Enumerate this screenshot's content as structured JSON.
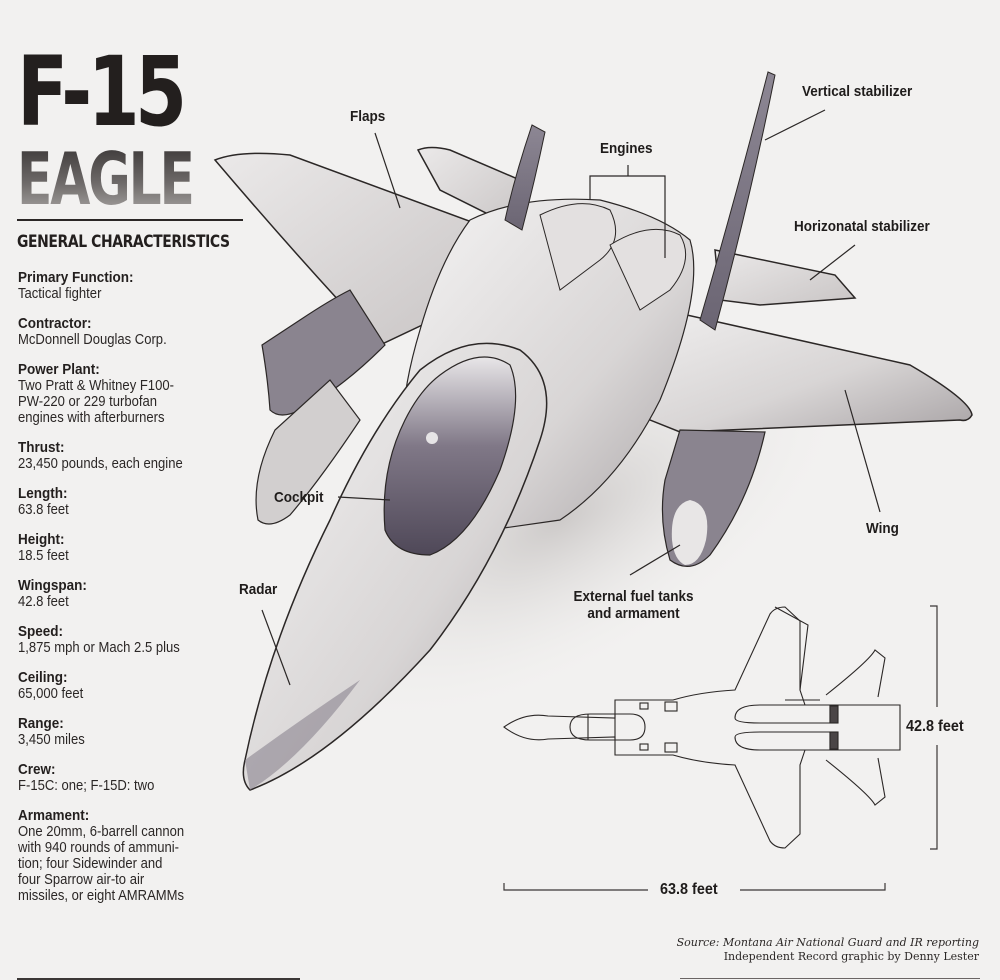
{
  "header": {
    "title_line1": "F-15",
    "title_line2": "EAGLE",
    "section_heading": "GENERAL CHARACTERISTICS"
  },
  "specs": [
    {
      "label": "Primary Function:",
      "value": "Tactical fighter"
    },
    {
      "label": "Contractor:",
      "value": "McDonnell Douglas Corp."
    },
    {
      "label": "Power Plant:",
      "value": "Two Pratt & Whitney F100-\nPW-220 or 229 turbofan\nengines with afterburners"
    },
    {
      "label": "Thrust:",
      "value": "23,450 pounds, each engine"
    },
    {
      "label": "Length:",
      "value": "63.8 feet"
    },
    {
      "label": "Height:",
      "value": "18.5 feet"
    },
    {
      "label": "Wingspan:",
      "value": "42.8 feet"
    },
    {
      "label": "Speed:",
      "value": "1,875 mph or Mach 2.5 plus"
    },
    {
      "label": "Ceiling:",
      "value": "65,000 feet"
    },
    {
      "label": "Range:",
      "value": "3,450 miles"
    },
    {
      "label": "Crew:",
      "value": "F-15C: one; F-15D: two"
    },
    {
      "label": "Armament:",
      "value": "One 20mm, 6-barrell cannon\nwith 940 rounds of ammuni-\ntion; four Sidewinder and\nfour Sparrow air-to air\nmissiles, or eight AMRAMMs"
    }
  ],
  "callouts": {
    "flaps": "Flaps",
    "engines": "Engines",
    "vertical_stabilizer": "Vertical stabilizer",
    "horizontal_stabilizer": "Horizonatal stabilizer",
    "cockpit": "Cockpit",
    "wing": "Wing",
    "radar": "Radar",
    "external_fuel_line1": "External fuel tanks",
    "external_fuel_line2": "and armament"
  },
  "dimensions": {
    "wingspan": "42.8 feet",
    "length": "63.8 feet"
  },
  "footer": {
    "source": "Source: Montana Air National Guard and IR reporting",
    "credit": "Independent Record graphic by Denny Lester"
  },
  "colors": {
    "background": "#f2f1f0",
    "text": "#231f1e",
    "airframe": "#dcd9d8",
    "airframe_shadow": "#8c8690",
    "canopy": "#5e5868"
  }
}
